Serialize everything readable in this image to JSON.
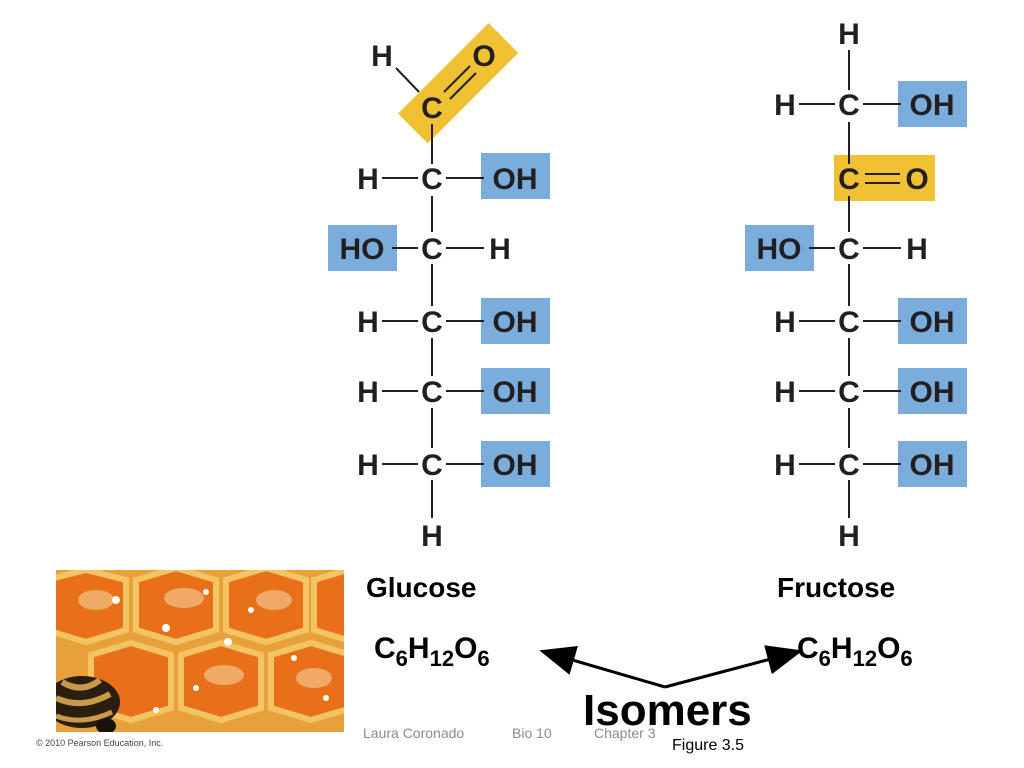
{
  "glucose": {
    "name": "Glucose",
    "formula": {
      "c": "C",
      "c_sub": "6",
      "h": "H",
      "h_sub": "12",
      "o": "O",
      "o_sub": "6"
    }
  },
  "fructose": {
    "name": "Fructose",
    "formula": {
      "c": "C",
      "c_sub": "6",
      "h": "H",
      "h_sub": "12",
      "o": "O",
      "o_sub": "6"
    }
  },
  "atoms": {
    "H": "H",
    "C": "C",
    "O": "O",
    "OH": "OH",
    "HO": "HO"
  },
  "title": "Isomers",
  "footer": {
    "author": "Laura Coronado",
    "course": "Bio 10",
    "chapter": "Chapter 3"
  },
  "figure_label": "Figure 3.5",
  "credit": "© 2010 Pearson Education, Inc.",
  "colors": {
    "hydroxyl_highlight": "#7aaddc",
    "carbonyl_highlight": "#f0c233",
    "honey": "#e8701a"
  }
}
